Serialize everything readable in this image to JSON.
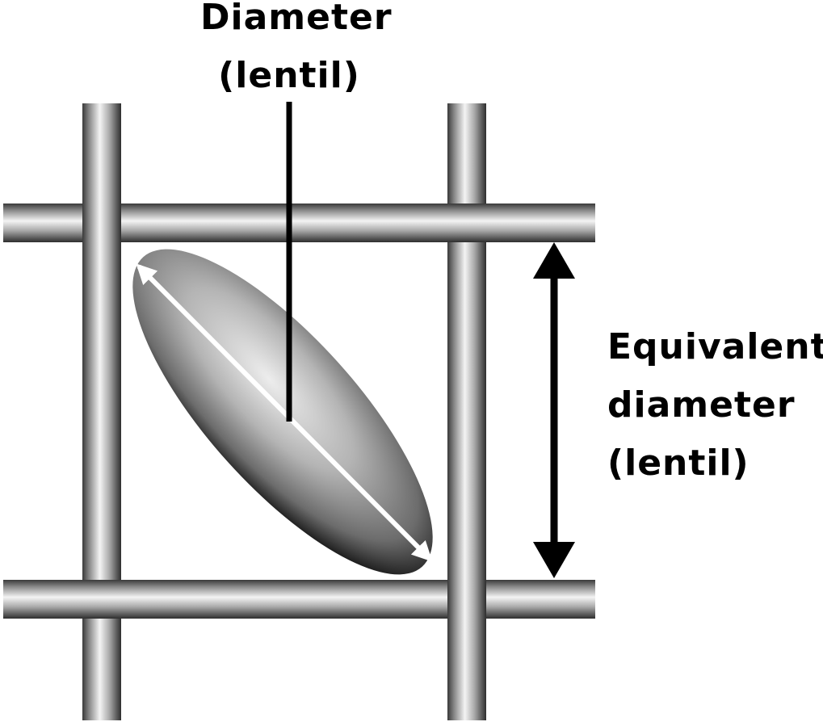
{
  "diagram": {
    "top_label": {
      "line1": "Diameter",
      "line2": "(lentil)"
    },
    "right_label": {
      "line1": "Equivalent",
      "line2": "diameter",
      "line3": "(lentil)"
    }
  }
}
